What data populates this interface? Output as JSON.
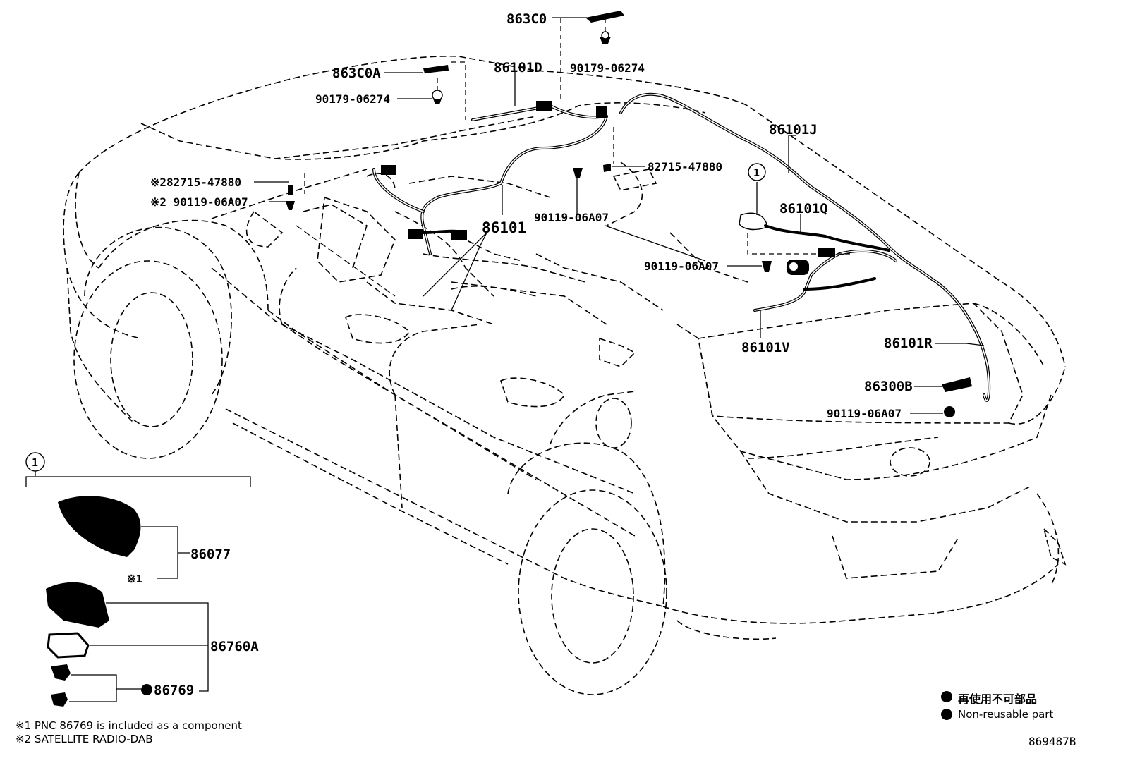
{
  "callouts": {
    "p863C0": "863C0",
    "p90179_top": "90179-06274",
    "p863C0A": "863C0A",
    "p90179_left": "90179-06274",
    "p86101D": "86101D",
    "p86101J": "86101J",
    "p82715_left": "※282715-47880",
    "p90119_left": "※2 90119-06A07",
    "p82715_right": "82715-47880",
    "p90119_center": "90119-06A07",
    "p86101": "86101",
    "p86101Q": "86101Q",
    "p90119_right": "90119-06A07",
    "p86101V": "86101V",
    "p86101R": "86101R",
    "p86300B": "86300B",
    "p90119_rear": "90119-06A07",
    "ref_circle": "1"
  },
  "detail": {
    "circle": "1",
    "p86077": "86077",
    "note_mark": "※1",
    "p86760A": "86760A",
    "p86769": "86769"
  },
  "legend": {
    "reuse_jp": "再使用不可部品",
    "reuse_en": "Non-reusable part"
  },
  "footnotes": {
    "note1": "※1 PNC 86769 is included as a component",
    "note2": "※2 SATELLITE RADIO-DAB"
  },
  "diagram_id": "869487B"
}
